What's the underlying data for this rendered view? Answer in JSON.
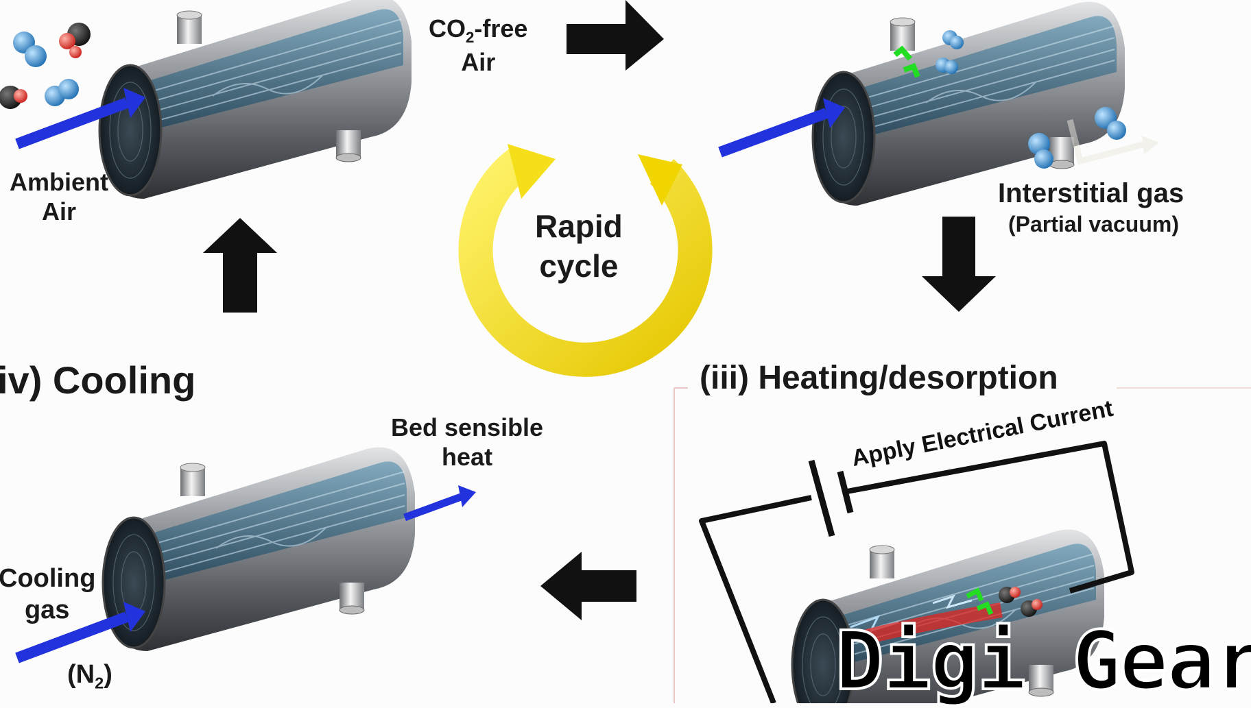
{
  "labels": {
    "co2_free_air_main": "CO",
    "co2_free_air_sub": "2",
    "co2_free_air_suffix": "-free",
    "co2_free_air_line2": "Air",
    "ambient_air_line1": "Ambient",
    "ambient_air_line2": "Air",
    "interstitial_gas": "Interstitial gas",
    "partial_vacuum": "(Partial  vacuum)",
    "rapid_line1": "Rapid",
    "rapid_line2": "cycle",
    "bed_heat_line1": "Bed sensible",
    "bed_heat_line2": "heat",
    "cooling_gas_line1": "Cooling",
    "cooling_gas_line2": "gas",
    "n2_open": "(N",
    "n2_sub": "2",
    "n2_close": ")",
    "apply_current": "Apply Electrical Current"
  },
  "steps": {
    "cooling": "iv)  Cooling",
    "heating": "(iii) Heating/desorption"
  },
  "watermark": "Digi Gearz",
  "colors": {
    "flow_arrow": "#2233dd",
    "cycle_arrow": "#f2dc0a",
    "process_arrow": "#111111",
    "co2_molecule_carbon": "#222222",
    "o2_molecule": "#3a8fd0",
    "adsorbent_highlight": "#22dd22",
    "heater_glow": "#e0251f"
  }
}
